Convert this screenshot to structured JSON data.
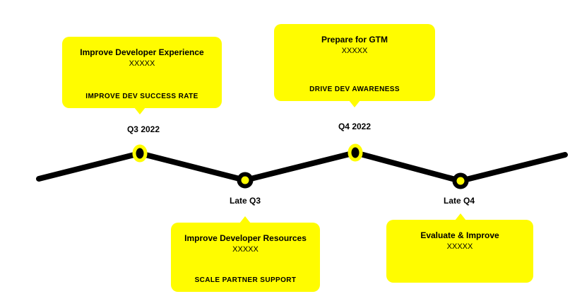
{
  "colors": {
    "yellow": "#FFFC00",
    "black": "#000000",
    "background": "#FFFFFF"
  },
  "timeline": {
    "milestones": [
      {
        "label": "Q3 2022",
        "position": "top",
        "node_style": "black-dot-yellow-ring"
      },
      {
        "label": "Late Q3",
        "position": "bottom",
        "node_style": "yellow-dot-black-ring"
      },
      {
        "label": "Q4 2022",
        "position": "top",
        "node_style": "black-dot-yellow-ring"
      },
      {
        "label": "Late Q4",
        "position": "bottom",
        "node_style": "yellow-dot-black-ring"
      }
    ],
    "callouts": [
      {
        "title": "Improve Developer Experience",
        "value": "XXXXX",
        "tagline": "IMPROVE DEV SUCCESS RATE",
        "milestone": "Q3 2022",
        "placement": "above"
      },
      {
        "title": "Prepare for GTM",
        "value": "XXXXX",
        "tagline": "DRIVE DEV AWARENESS",
        "milestone": "Q4 2022",
        "placement": "above"
      },
      {
        "title": "Improve Developer Resources",
        "value": "XXXXX",
        "tagline": "SCALE PARTNER SUPPORT",
        "milestone": "Late Q3",
        "placement": "below"
      },
      {
        "title": "Evaluate & Improve",
        "value": "XXXXX",
        "tagline": "",
        "milestone": "Late Q4",
        "placement": "below"
      }
    ]
  }
}
